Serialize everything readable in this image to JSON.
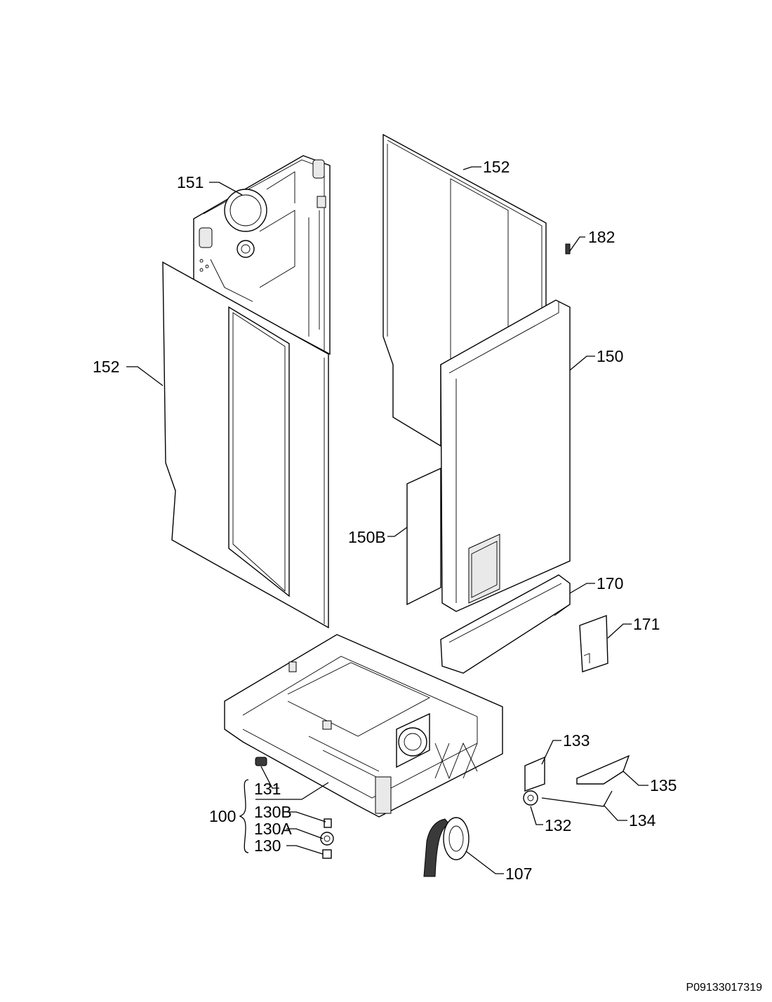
{
  "labels": {
    "p151": "151",
    "p152_top": "152",
    "p182": "182",
    "p152_left": "152",
    "p150": "150",
    "p150b": "150B",
    "p170": "170",
    "p171": "171",
    "p133": "133",
    "p135": "135",
    "p131": "131",
    "p100": "100",
    "p130b": "130B",
    "p130a": "130A",
    "p130": "130",
    "p132": "132",
    "p134": "134",
    "p107": "107"
  },
  "document_code": "P09133017319"
}
